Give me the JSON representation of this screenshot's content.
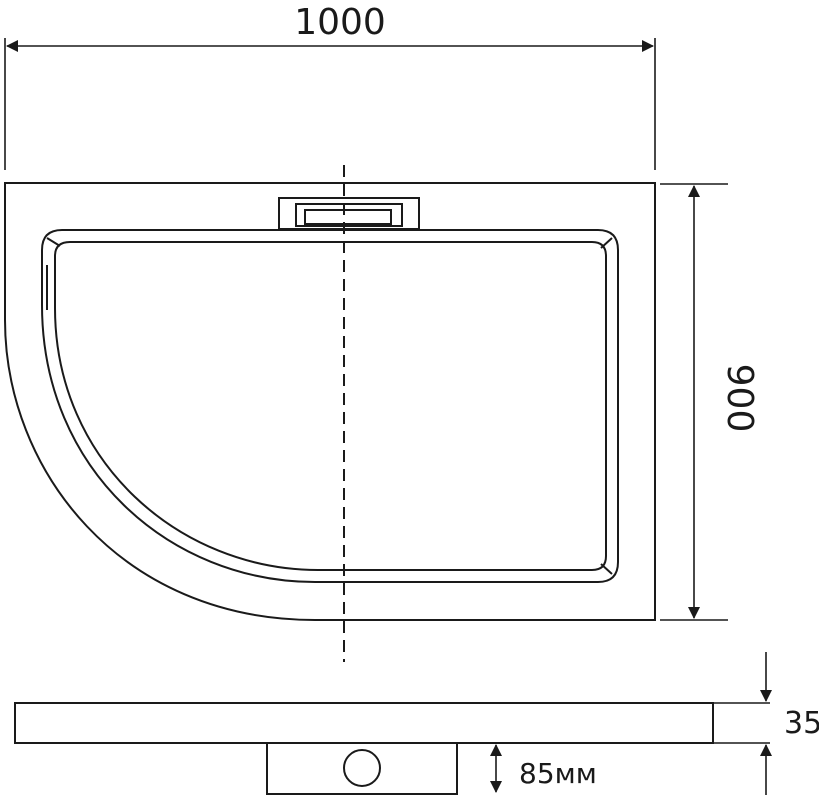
{
  "dimensions": {
    "width": "1000",
    "depth": "900",
    "height": "35",
    "drain_depth": "85мм"
  },
  "colors": {
    "stroke": "#1a1a1a",
    "background": "#ffffff"
  }
}
